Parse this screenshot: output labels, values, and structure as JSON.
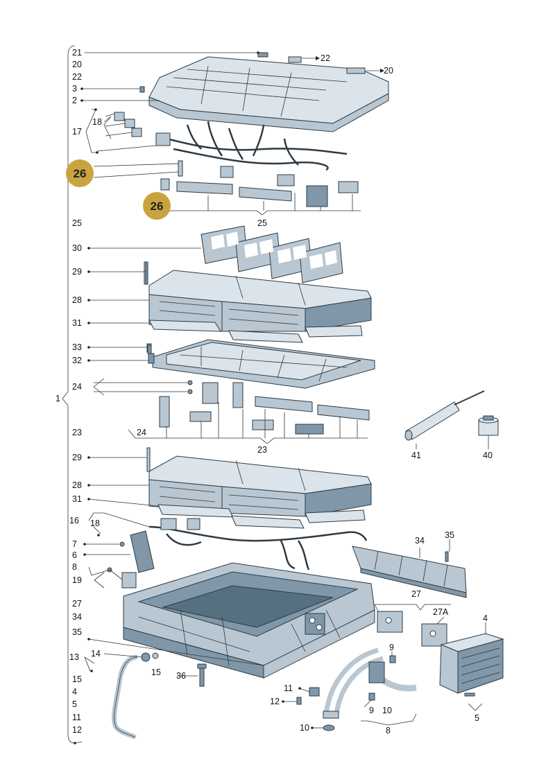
{
  "colors": {
    "badge_fill": "#c9a43e",
    "part_light": "#dbe4ea",
    "part_mid": "#b8c7d2",
    "part_dark": "#7f97a8",
    "line": "#333333"
  },
  "left_column": [
    {
      "id": "l21",
      "text": "21"
    },
    {
      "id": "l20",
      "text": "20"
    },
    {
      "id": "l22",
      "text": "22"
    },
    {
      "id": "l3",
      "text": "3"
    },
    {
      "id": "l2",
      "text": "2"
    },
    {
      "id": "l17",
      "text": "17"
    },
    {
      "id": "l18a",
      "text": "18"
    },
    {
      "id": "l25",
      "text": "25"
    },
    {
      "id": "l30",
      "text": "30"
    },
    {
      "id": "l29a",
      "text": "29"
    },
    {
      "id": "l28a",
      "text": "28"
    },
    {
      "id": "l31a",
      "text": "31"
    },
    {
      "id": "l33",
      "text": "33"
    },
    {
      "id": "l32",
      "text": "32"
    },
    {
      "id": "l24a",
      "text": "24"
    },
    {
      "id": "l1",
      "text": "1"
    },
    {
      "id": "l23",
      "text": "23"
    },
    {
      "id": "l29b",
      "text": "29"
    },
    {
      "id": "l28b",
      "text": "28"
    },
    {
      "id": "l31b",
      "text": "31"
    },
    {
      "id": "l16",
      "text": "16"
    },
    {
      "id": "l18b",
      "text": "18"
    },
    {
      "id": "l7",
      "text": "7"
    },
    {
      "id": "l6",
      "text": "6"
    },
    {
      "id": "l8",
      "text": "8"
    },
    {
      "id": "l19",
      "text": "19"
    },
    {
      "id": "l27",
      "text": "27"
    },
    {
      "id": "l34",
      "text": "34"
    },
    {
      "id": "l35",
      "text": "35"
    },
    {
      "id": "l13",
      "text": "13"
    },
    {
      "id": "l14",
      "text": "14"
    },
    {
      "id": "l15a",
      "text": "15"
    },
    {
      "id": "l15b",
      "text": "15"
    },
    {
      "id": "l4",
      "text": "4"
    },
    {
      "id": "l5",
      "text": "5"
    },
    {
      "id": "l11a",
      "text": "11"
    },
    {
      "id": "l12a",
      "text": "12"
    }
  ],
  "callouts": [
    {
      "id": "c22",
      "text": "22"
    },
    {
      "id": "c20",
      "text": "20"
    },
    {
      "id": "c25",
      "text": "25"
    },
    {
      "id": "c24",
      "text": "24"
    },
    {
      "id": "c23",
      "text": "23"
    },
    {
      "id": "c41",
      "text": "41"
    },
    {
      "id": "c40",
      "text": "40"
    },
    {
      "id": "c34",
      "text": "34"
    },
    {
      "id": "c35",
      "text": "35"
    },
    {
      "id": "c27",
      "text": "27"
    },
    {
      "id": "c27A",
      "text": "27A"
    },
    {
      "id": "c4",
      "text": "4"
    },
    {
      "id": "c9a",
      "text": "9"
    },
    {
      "id": "c11",
      "text": "11"
    },
    {
      "id": "c12",
      "text": "12"
    },
    {
      "id": "c36",
      "text": "36"
    },
    {
      "id": "c9b",
      "text": "9"
    },
    {
      "id": "c10a",
      "text": "10"
    },
    {
      "id": "c10b",
      "text": "10"
    },
    {
      "id": "c8",
      "text": "8"
    },
    {
      "id": "c5",
      "text": "5"
    }
  ],
  "badges": [
    {
      "id": "b1",
      "text": "26"
    },
    {
      "id": "b2",
      "text": "26"
    }
  ]
}
